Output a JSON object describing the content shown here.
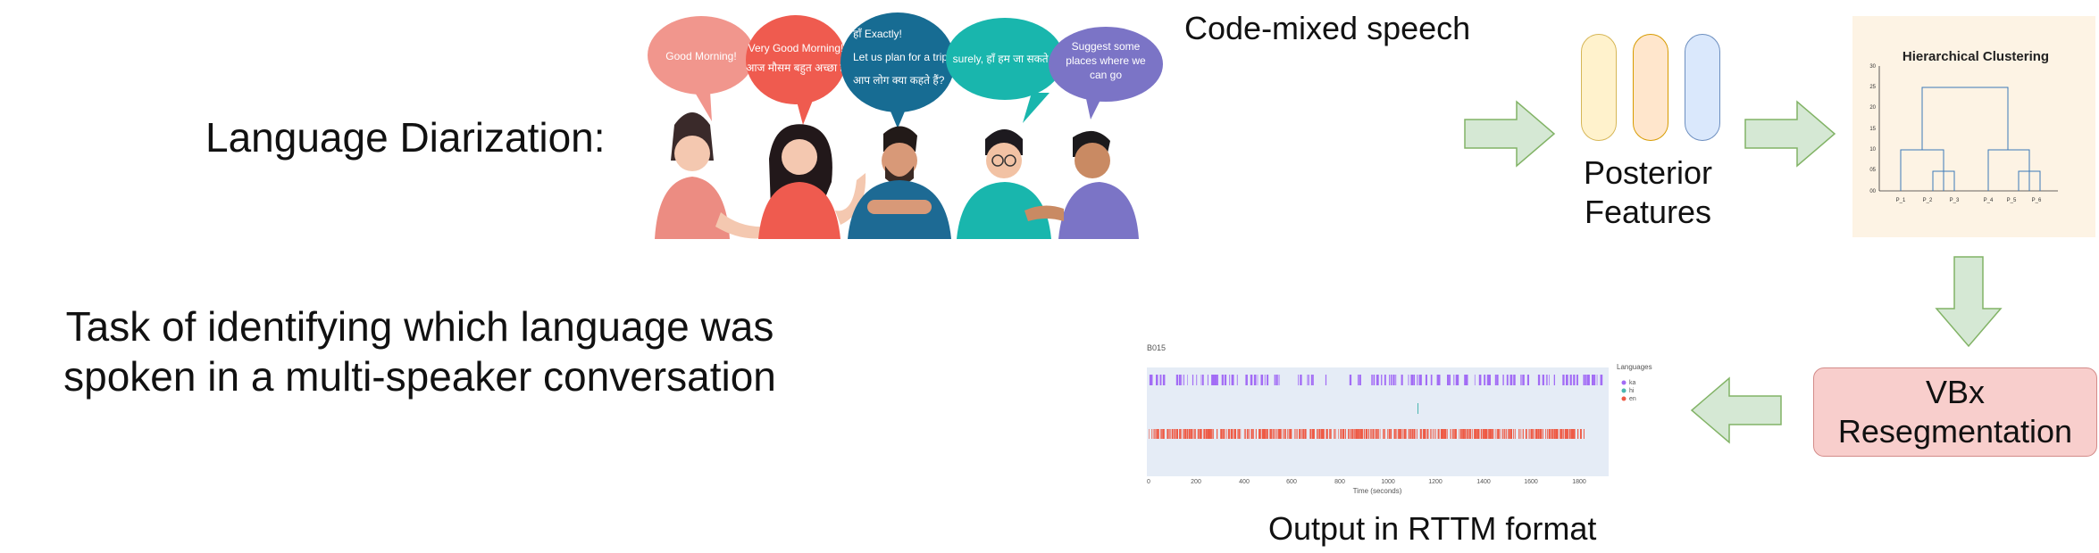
{
  "title": "Language Diarization:",
  "task_lines": [
    "Task of identifying which language was",
    "spoken in a multi-speaker conversation"
  ],
  "speech_caption": "Code-mixed speech",
  "bubbles": [
    {
      "lines": [
        "Good Morning!"
      ],
      "color": "#f1968d"
    },
    {
      "lines": [
        "Very Good Morning!",
        "आज मौसम बहुत अच्छा है"
      ],
      "color": "#ef5b4f"
    },
    {
      "lines": [
        "हाँ Exactly!",
        "Let us plan for a trip.",
        "आप लोग क्या कहते हैं?"
      ],
      "color": "#176c93"
    },
    {
      "lines": [
        "surely, हाँ हम जा सकते हैं"
      ],
      "color": "#19b6ad"
    },
    {
      "lines": [
        "Suggest some",
        "places where we",
        "can go"
      ],
      "color": "#7b74c6"
    }
  ],
  "posterior_caption": [
    "Posterior",
    "Features"
  ],
  "pill_colors": [
    "#fff2cc",
    "#ffe6cc",
    "#dae8fc"
  ],
  "dendrogram": {
    "title": "Hierarchical Clustering",
    "y_ticks": [
      "30",
      "25",
      "20",
      "15",
      "10",
      "05",
      "00"
    ],
    "leaves": [
      "P_1",
      "P_2",
      "P_3",
      "P_4",
      "P_5",
      "P_6"
    ]
  },
  "vbx_lines": [
    "VBx",
    "Resegmentation"
  ],
  "plot": {
    "label": "B015",
    "legend_title": "Languages",
    "legend": [
      {
        "name": "ka",
        "color": "#a26cf5"
      },
      {
        "name": "hi",
        "color": "#4bb6b0"
      },
      {
        "name": "en",
        "color": "#ee5a45"
      }
    ],
    "x_ticks": [
      "0",
      "200",
      "400",
      "600",
      "800",
      "1000",
      "1200",
      "1400",
      "1600",
      "1800"
    ],
    "x_label": "Time (seconds)"
  },
  "rttm_caption": "Output in RTTM format",
  "colors": {
    "arrow_fill": "#d5e8d4",
    "arrow_stroke": "#82b366"
  }
}
